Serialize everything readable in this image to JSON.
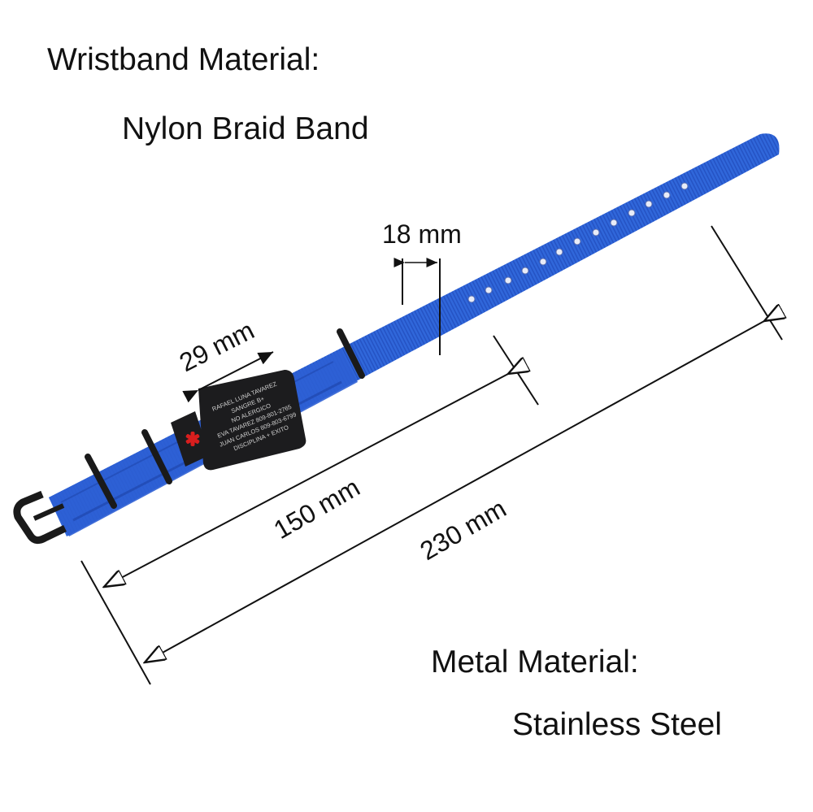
{
  "headings": {
    "wristband_material_label": "Wristband Material:",
    "wristband_material_value": "Nylon Braid Band",
    "metal_material_label": "Metal Material:",
    "metal_material_value": "Stainless Steel"
  },
  "dimensions": {
    "width": "18 mm",
    "plate_length": "29 mm",
    "short_length": "150 mm",
    "total_length": "230 mm"
  },
  "plate": {
    "lines": [
      "RAFAEL LUNA TAVAREZ",
      "SANGRE B+",
      "NO ALERGICO",
      "EVA TAVAREZ 809-801-2765",
      "JUAN CARLOS 809-803-6799",
      "DISCIPLINA + EXITO"
    ]
  },
  "colors": {
    "band": "#2f63d8",
    "band_dark": "#1f47b0",
    "metal": "#1c1c1e",
    "medical_symbol": "#d81e1e",
    "text": "#111111"
  }
}
